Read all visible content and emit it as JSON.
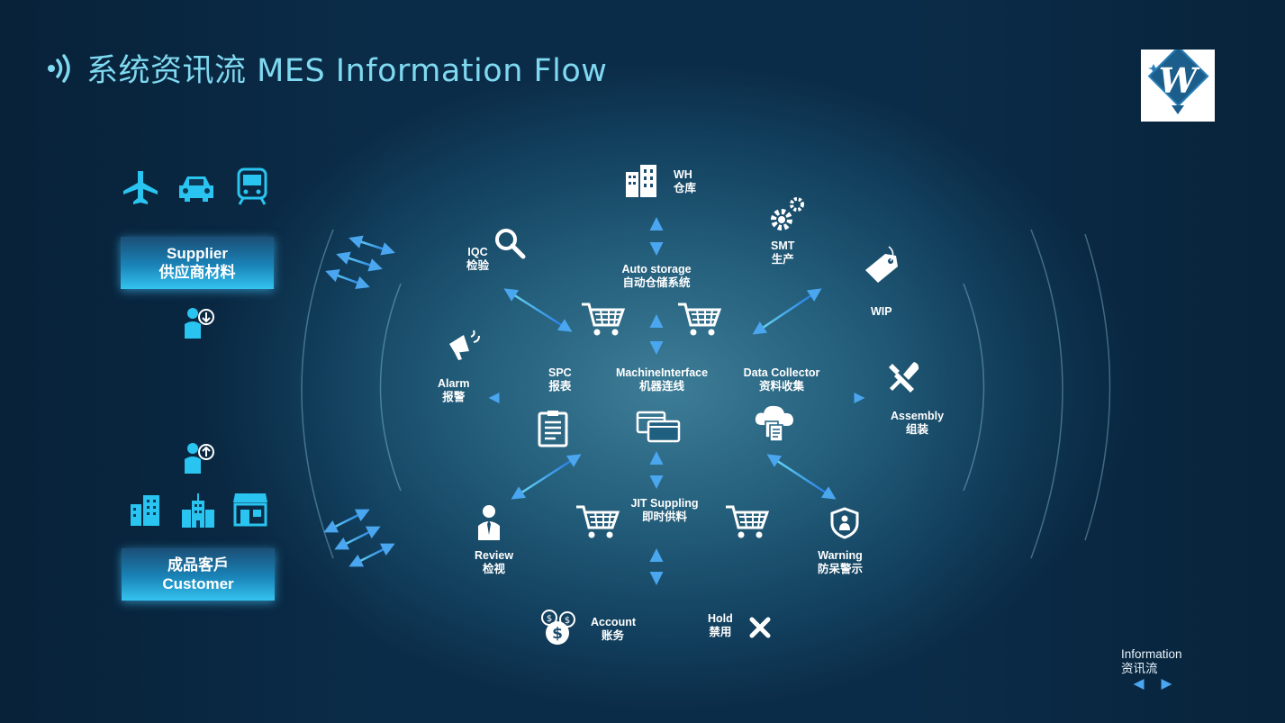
{
  "title": "系统资讯流 MES Information Flow",
  "supplier": {
    "en": "Supplier",
    "zh": "供应商材料"
  },
  "customer": {
    "zh": "成品客戶",
    "en": "Customer"
  },
  "nodes": {
    "wh": {
      "en": "WH",
      "zh": "仓库"
    },
    "iqc": {
      "en": "IQC",
      "zh": "检验"
    },
    "auto_storage": {
      "en": "Auto storage",
      "zh": "自动仓储系统"
    },
    "smt": {
      "en": "SMT",
      "zh": "生产"
    },
    "wip": {
      "en": "WIP"
    },
    "alarm": {
      "en": "Alarm",
      "zh": "报警"
    },
    "spc": {
      "en": "SPC",
      "zh": "报表"
    },
    "machine_interface": {
      "en": "MachineInterface",
      "zh": "机器连线"
    },
    "data_collector": {
      "en": "Data Collector",
      "zh": "资料收集"
    },
    "assembly": {
      "en": "Assembly",
      "zh": "组装"
    },
    "jit": {
      "en": "JIT Suppling",
      "zh": "即时供料"
    },
    "review": {
      "en": "Review",
      "zh": "检视"
    },
    "warning": {
      "en": "Warning",
      "zh": "防呆警示"
    },
    "account": {
      "en": "Account",
      "zh": "账务"
    },
    "hold": {
      "en": "Hold",
      "zh": "禁用"
    }
  },
  "legend": {
    "en": "Information",
    "zh": "资讯流"
  },
  "colors": {
    "title": "#7fd9f0",
    "accent": "#34c3ef",
    "arrow_light": "#6fe3f5",
    "arrow_dark": "#1e6ee0"
  },
  "icons": [
    "wifi-signal-icon",
    "airplane-icon",
    "car-icon",
    "train-icon",
    "person-down-icon",
    "person-up-icon",
    "city-icon",
    "office-icon",
    "store-icon",
    "building-icon",
    "magnifier-icon",
    "gears-icon",
    "tag-icon",
    "megaphone-icon",
    "tools-icon",
    "cart-icon",
    "clipboard-icon",
    "windows-icon",
    "cloud-docs-icon",
    "review-person-icon",
    "shield-icon",
    "coins-icon",
    "close-icon"
  ]
}
